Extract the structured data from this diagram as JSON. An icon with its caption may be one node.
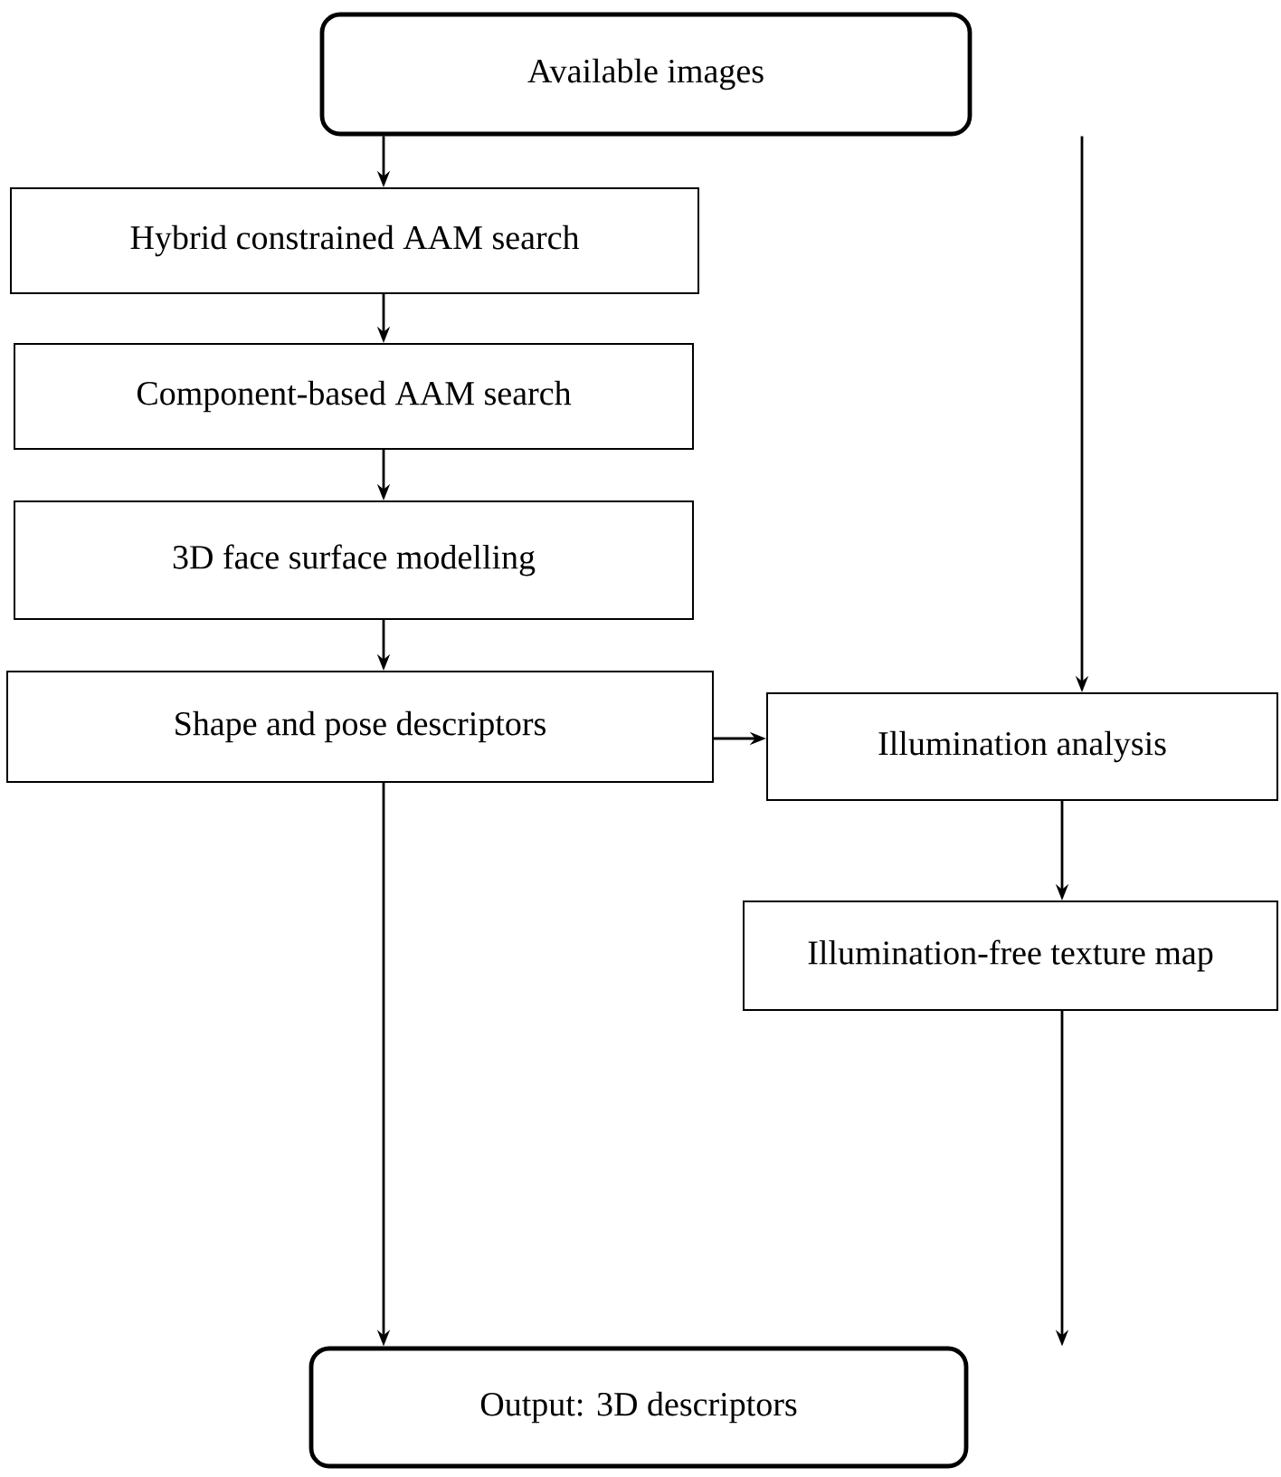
{
  "diagram": {
    "nodes": [
      {
        "text": [
          "Available images"
        ]
      },
      {
        "text": [
          "Hybrid constrained AAM search"
        ]
      },
      {
        "text": [
          "Component-based AAM search"
        ]
      },
      {
        "text": [
          "3D face surface modelling"
        ]
      },
      {
        "text": [
          "Shape and pose descriptors"
        ]
      },
      {
        "text": [
          "Illumination analysis"
        ]
      },
      {
        "text": [
          "Illumination-free texture map"
        ]
      },
      {
        "text": [
          "Output: 3D descriptors"
        ]
      }
    ],
    "edges": [
      {
        "from": 0,
        "to": 1,
        "arrow": "to"
      },
      {
        "from": 0,
        "to": 5,
        "arrow": "to"
      },
      {
        "from": 1,
        "to": 2,
        "arrow": "to"
      },
      {
        "from": 2,
        "to": 3,
        "arrow": "to"
      },
      {
        "from": 3,
        "to": 4,
        "arrow": "to"
      },
      {
        "from": 4,
        "to": 5,
        "arrow": "to"
      },
      {
        "from": 5,
        "to": 6,
        "arrow": "to"
      },
      {
        "from": 4,
        "to": 7,
        "arrow": "to"
      },
      {
        "from": 6,
        "to": 7,
        "arrow": "to"
      }
    ]
  }
}
